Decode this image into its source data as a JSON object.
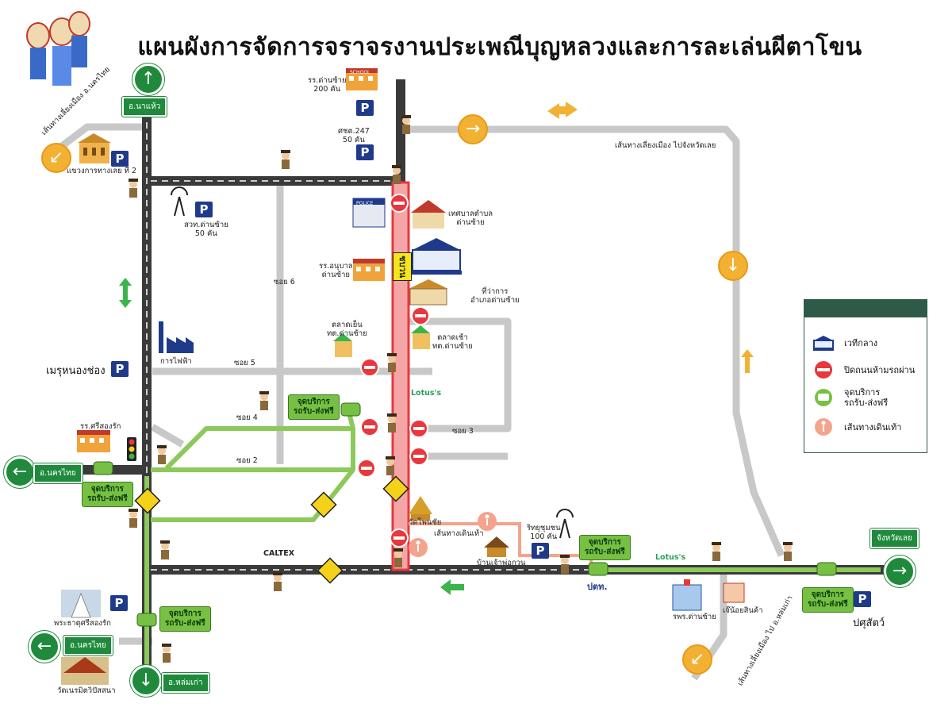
{
  "title": "แผนผังการจัดการจราจรงานประเพณีบุญหลวงและการละเล่นผีตาโขน",
  "road_signs": {
    "na_haeo": "อ.นาแห้ว",
    "nakhon_thai_1": "อ.นครไทย",
    "nakhon_thai_2": "อ.นครไทย",
    "phu_lom_lo": "อ.หล่มเก่า",
    "loei_province": "จังหวัดเลย"
  },
  "place_labels": {
    "school_dan_sai": "รร.ด่านซ้าย\n200 คัน",
    "police_247": "ศชต.247\n50 คัน",
    "bypass_nakhon_thai": "เส้นทางเลี่ยงเมือง อ.นครไทย",
    "highway_office": "แขวงการทางเลย ที่ 2",
    "radio_station": "สวท.ด่านซ้าย\n50 คัน",
    "municipality": "เทศบาลตำบล\nด่านซ้าย",
    "anuban_school": "รร.อนุบาล\nด่านซ้าย",
    "district_office": "ที่ว่าการ\nอำเภอด่านซ้าย",
    "evening_market": "ตลาดเย็น\nทต.ด่านซ้าย",
    "morning_market": "ตลาดเช้า\nทต.ด่านซ้าย",
    "power_office": "การไฟฟ้า",
    "soi_6": "ซอย 6",
    "soi_5": "ซอย 5",
    "soi_4": "ซอย 4",
    "soi_3": "ซอย 3",
    "soi_2": "ซอย 2",
    "school_si_song_rak": "รร.ศรีสองรัก",
    "wat_phon_chai": "วัดโพนชัย",
    "walk_route": "เส้นทางเดินเท้า",
    "ban_chao_pho_kuan": "บ้านเจ้าพ่อกวน",
    "rit_yu_chon": "ริทยุชุมชน\n100 คัน",
    "bypass_loei": "เส้นทางเลี่ยงเมือง ไปจังหวัดเลย",
    "hospital": "รพร.ด่านซ้าย",
    "chen_noi": "เจ๊น้อยสินค้า",
    "bypass_phu_lom": "เส้นทางเลี่ยงเมือง ไป อ.หล่มเก่า",
    "phra_that": "พระธาตุศรีสองรัก",
    "wat_nerammit": "วัดเนรมิตวิปัสสนา",
    "caltex": "CALTEX",
    "ptt": "ปตท.",
    "lotus_1": "Lotus's",
    "lotus_2": "Lotus's",
    "main_road": "ชบวน",
    "meru": "เมรุหนองช่อง",
    "livestock": "ปศุสัตว์",
    "school_badge": "SCHOOL",
    "police_badge": "POLICE",
    "parking": "P"
  },
  "service_points": [
    "จุดบริการ\nรถรับ-ส่งฟรี",
    "จุดบริการ\nรถรับ-ส่งฟรี",
    "จุดบริการ\nรถรับ-ส่งฟรี",
    "จุดบริการ\nรถรับ-ส่งฟรี",
    "จุดบริการ\nรถรับ-ส่งฟรี"
  ],
  "legend": {
    "stage": "เวทีกลาง",
    "road_closed": "ปิดถนนห้ามรถผ่าน",
    "service": "จุดบริการ\nรถรับ-ส่งฟรี",
    "walkway": "เส้นทางเดินเท้า"
  },
  "colors": {
    "road_dark": "#3a3a3a",
    "road_gray": "#c8c8c8",
    "route_green": "#8cc95a",
    "closed_red": "#e8383d",
    "walk_pink": "#f4a48c",
    "sign_green": "#1f8a3c",
    "arrow_orange": "#f3b133",
    "legend_header": "#2f5a48"
  },
  "icons": [
    "up-arrow-icon",
    "right-arrow-icon",
    "left-arrow-icon",
    "down-arrow-icon",
    "no-entry-icon",
    "bus-icon",
    "parking-icon",
    "police-officer-icon",
    "school-icon",
    "stage-icon",
    "pedestrian-icon",
    "traffic-light-icon",
    "radio-tower-icon",
    "factory-icon",
    "warning-merge-icon",
    "two-way-arrows-icon"
  ]
}
